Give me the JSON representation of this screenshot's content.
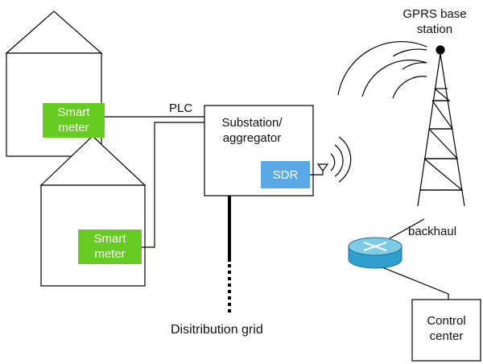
{
  "labels": {
    "gprs_line1": "GPRS base",
    "gprs_line2": "station",
    "plc": "PLC",
    "substation_line1": "Substation/",
    "substation_line2": "aggregator",
    "sdr": "SDR",
    "meter1_line1": "Smart",
    "meter1_line2": "meter",
    "meter2_line1": "Smart",
    "meter2_line2": "meter",
    "backhaul": "backhaul",
    "control_line1": "Control",
    "control_line2": "center",
    "grid": "Disitribution grid"
  },
  "colors": {
    "meter_fill": "#66cc22",
    "sdr_fill": "#5aa9e6",
    "line": "#000000",
    "router_top": "#7ecbe6",
    "router_side": "#2f9fcf"
  },
  "icons": {
    "router": "router-icon",
    "tower": "radio-tower-icon",
    "antenna": "antenna-icon"
  }
}
